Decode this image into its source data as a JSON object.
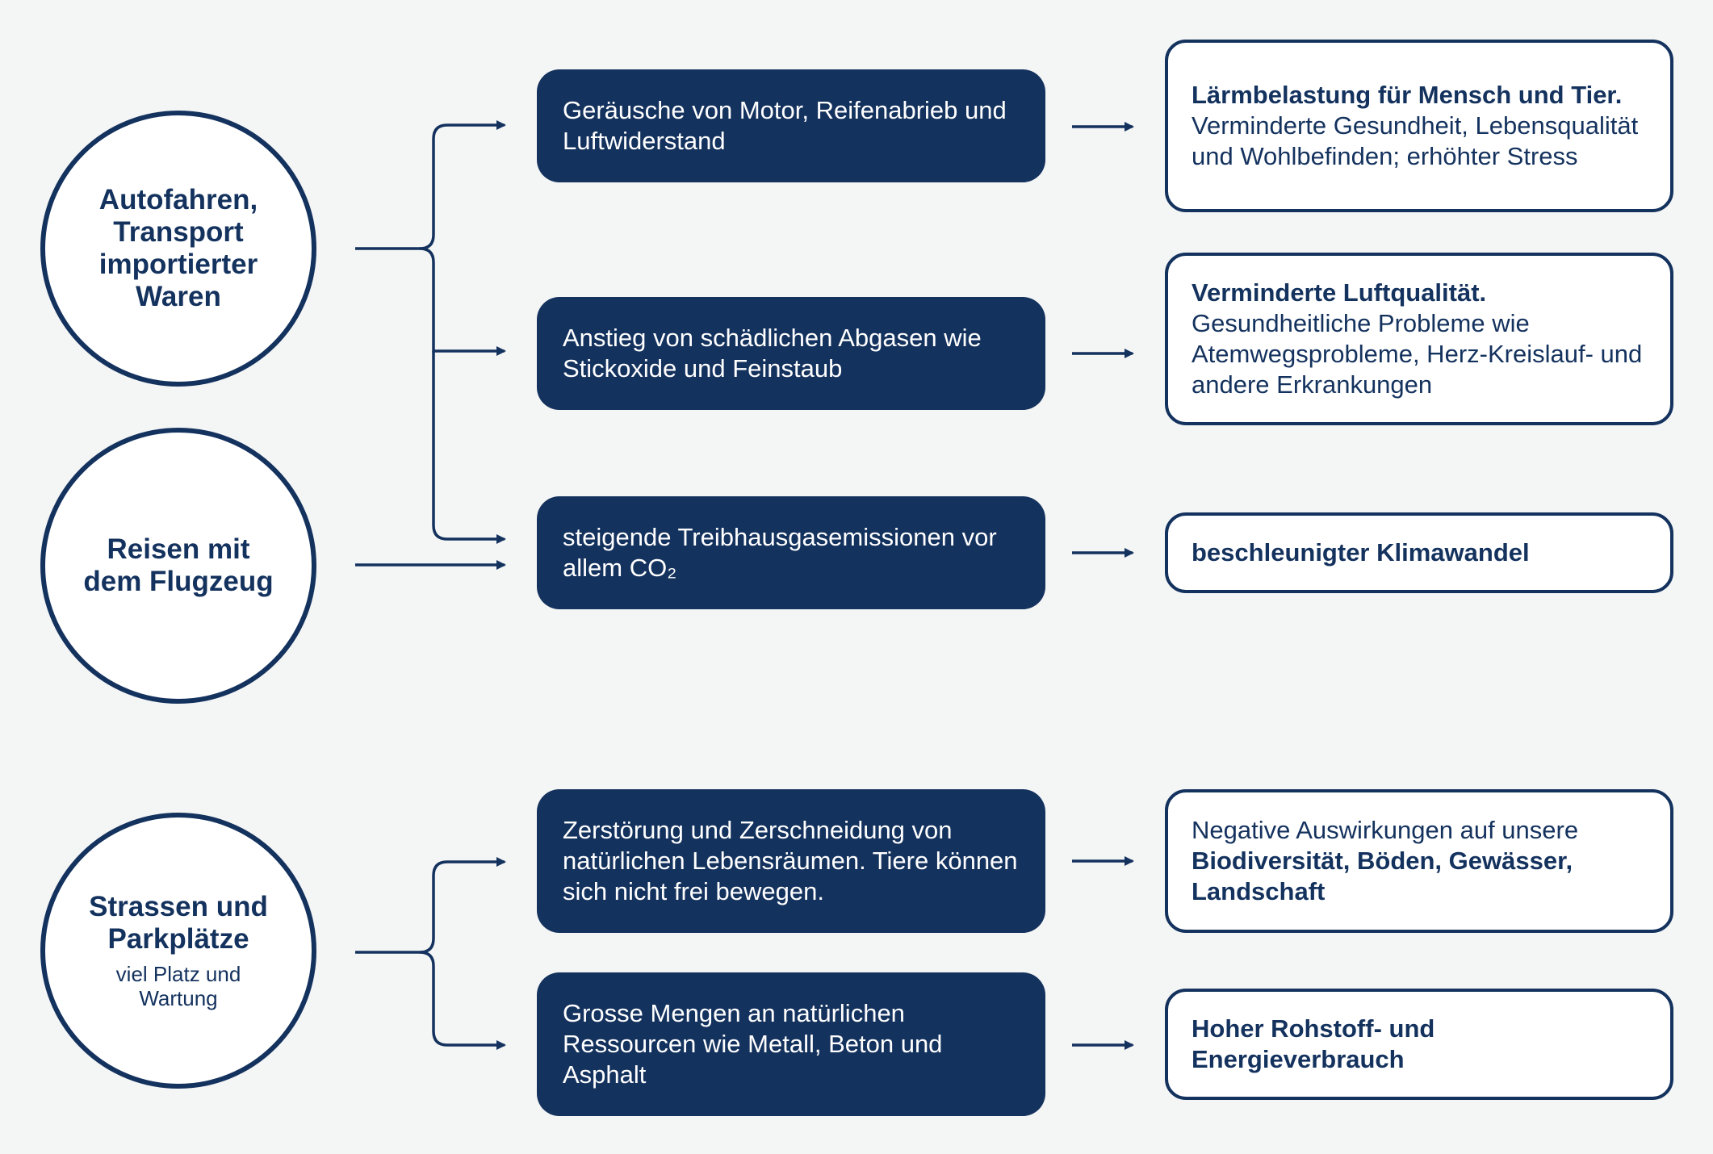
{
  "sources": [
    {
      "title": "Autofahren, Transport importierter Waren"
    },
    {
      "title": "Reisen mit dem Flugzeug"
    },
    {
      "title": "Strassen und Parkplätze",
      "subtitle": "viel Platz und Wartung"
    }
  ],
  "mechanisms": [
    {
      "text": "Geräusche von Motor, Reifenabrieb und Luftwiderstand"
    },
    {
      "text": "Anstieg von schädlichen Abgasen wie Stickoxide und Feinstaub"
    },
    {
      "text": "steigende Treibhausgasemissionen vor allem CO₂"
    },
    {
      "text": "Zerstörung und Zerschneidung von natürlichen Lebensräumen. Tiere können sich nicht frei bewegen."
    },
    {
      "text": "Grosse Mengen an natürlichen Ressourcen wie Metall, Beton und Asphalt"
    }
  ],
  "impacts": [
    {
      "lead": "Lärmbelastung für Mensch und Tier.",
      "detail": "Verminderte Gesundheit, Lebensqualität und Wohlbefinden; erhöhter Stress"
    },
    {
      "lead": "Verminderte Luftqualität.",
      "detail": "Gesundheitliche Probleme wie Atemwegsprobleme, Herz-Kreislauf- und andere Erkrankungen"
    },
    {
      "lead": "beschleunigter Klimawandel"
    },
    {
      "intro": "Negative Auswirkungen auf unsere",
      "lead": "Biodiversität, Böden, Gewässer, Landschaft"
    },
    {
      "lead": "Hoher Rohstoff- und Energieverbrauch"
    }
  ],
  "colors": {
    "navy": "#14325e",
    "background": "#f4f5f5",
    "card": "#ffffff"
  }
}
